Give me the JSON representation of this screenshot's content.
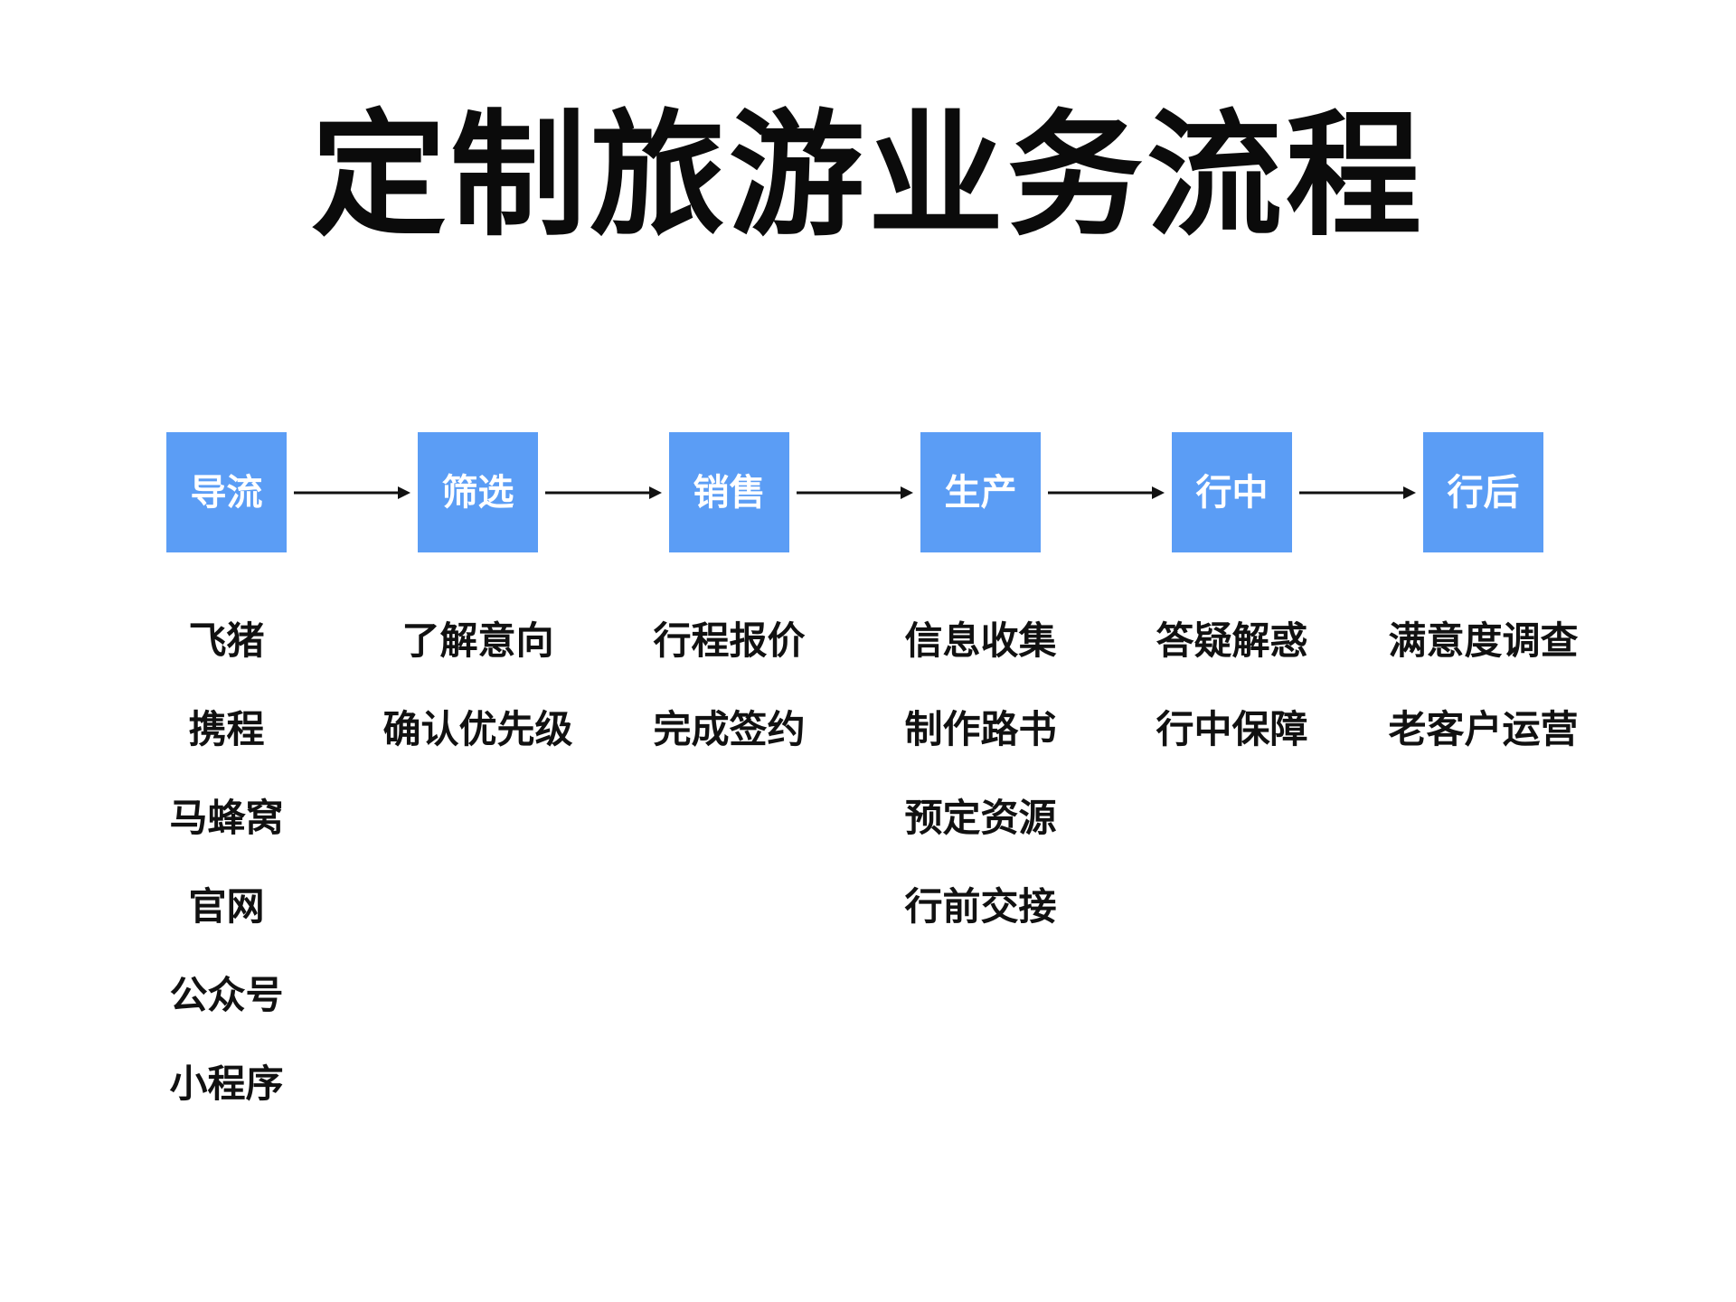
{
  "title": "定制旅游业务流程",
  "colors": {
    "box": "#5b9df5",
    "box_text": "#ffffff",
    "text": "#111111",
    "arrow": "#111111"
  },
  "stages": [
    {
      "label": "导流",
      "items": [
        "飞猪",
        "携程",
        "马蜂窝",
        "官网",
        "公众号",
        "小程序"
      ]
    },
    {
      "label": "筛选",
      "items": [
        "了解意向",
        "确认优先级"
      ]
    },
    {
      "label": "销售",
      "items": [
        "行程报价",
        "完成签约"
      ]
    },
    {
      "label": "生产",
      "items": [
        "信息收集",
        "制作路书",
        "预定资源",
        "行前交接"
      ]
    },
    {
      "label": "行中",
      "items": [
        "答疑解惑",
        "行中保障"
      ]
    },
    {
      "label": "行后",
      "items": [
        "满意度调查",
        "老客户运营"
      ]
    }
  ]
}
